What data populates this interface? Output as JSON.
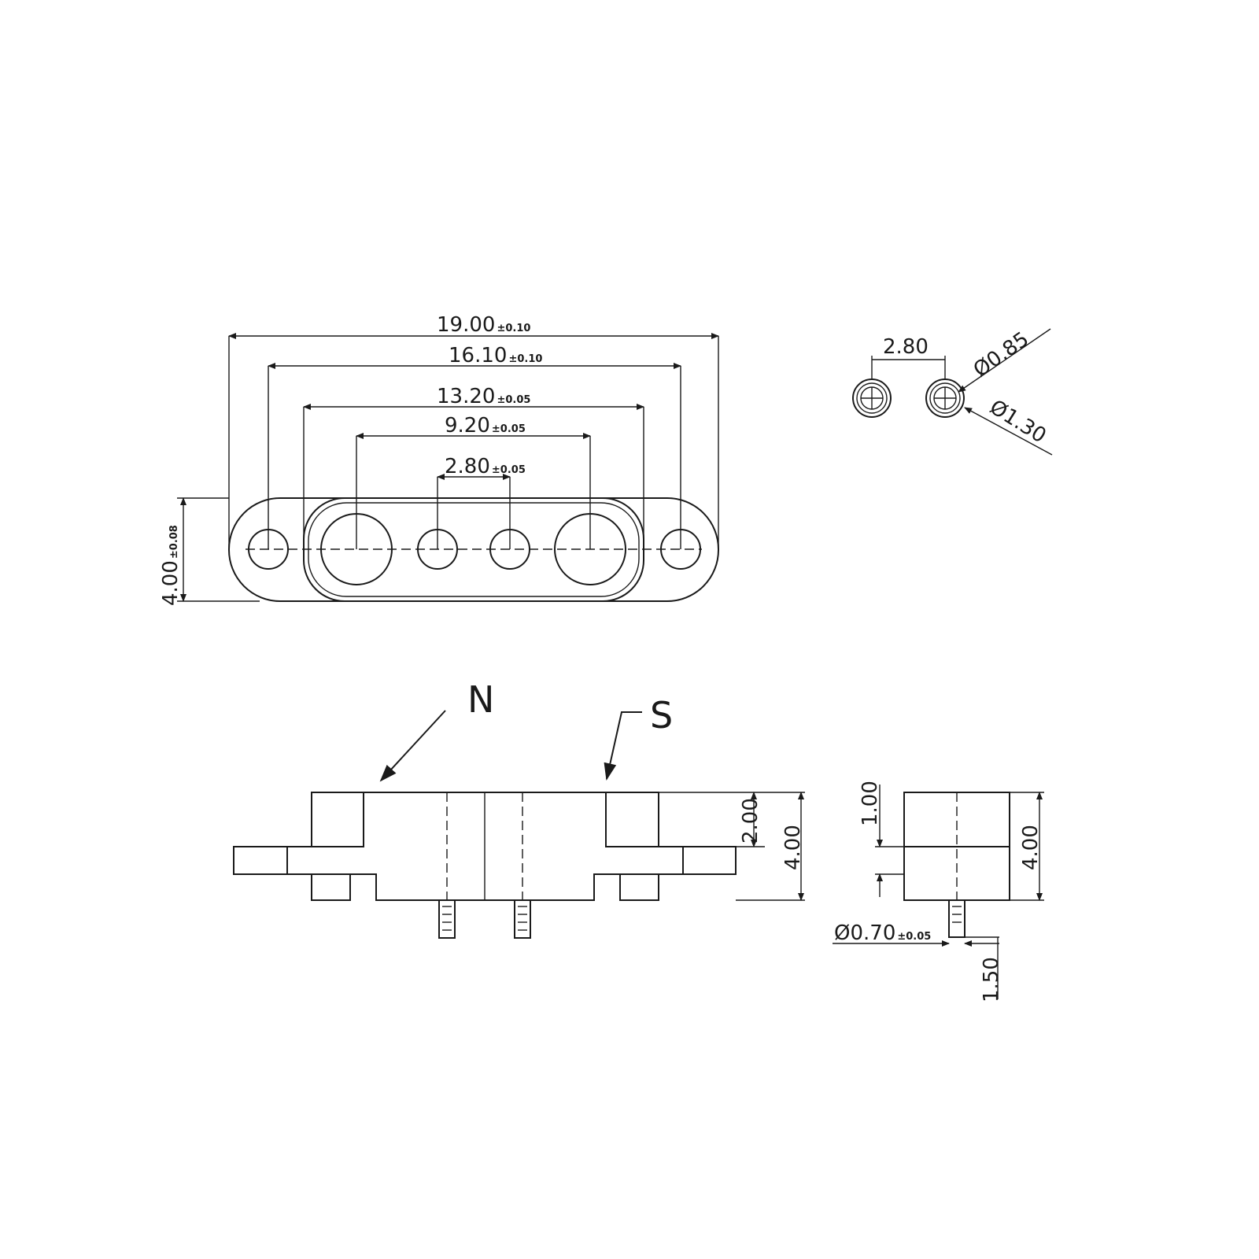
{
  "top_view": {
    "dims": [
      {
        "value": "19.00",
        "tol": "±0.10"
      },
      {
        "value": "16.10",
        "tol": "±0.10"
      },
      {
        "value": "13.20",
        "tol": "±0.05"
      },
      {
        "value": "9.20",
        "tol": "±0.05"
      },
      {
        "value": "2.80",
        "tol": "±0.05"
      }
    ],
    "height": {
      "value": "4.00",
      "tol": "±0.08"
    }
  },
  "pin_detail": {
    "pitch": "2.80",
    "inner_dia": "Ø0.85",
    "outer_dia": "Ø1.30"
  },
  "side_view": {
    "label_n": "N",
    "label_s": "S",
    "dim_2": "2.00",
    "dim_4": "4.00"
  },
  "end_view": {
    "dim_1": "1.00",
    "dim_4": "4.00",
    "pin_dia": "Ø0.70",
    "pin_tol": "±0.05",
    "pin_len": "1.50"
  }
}
